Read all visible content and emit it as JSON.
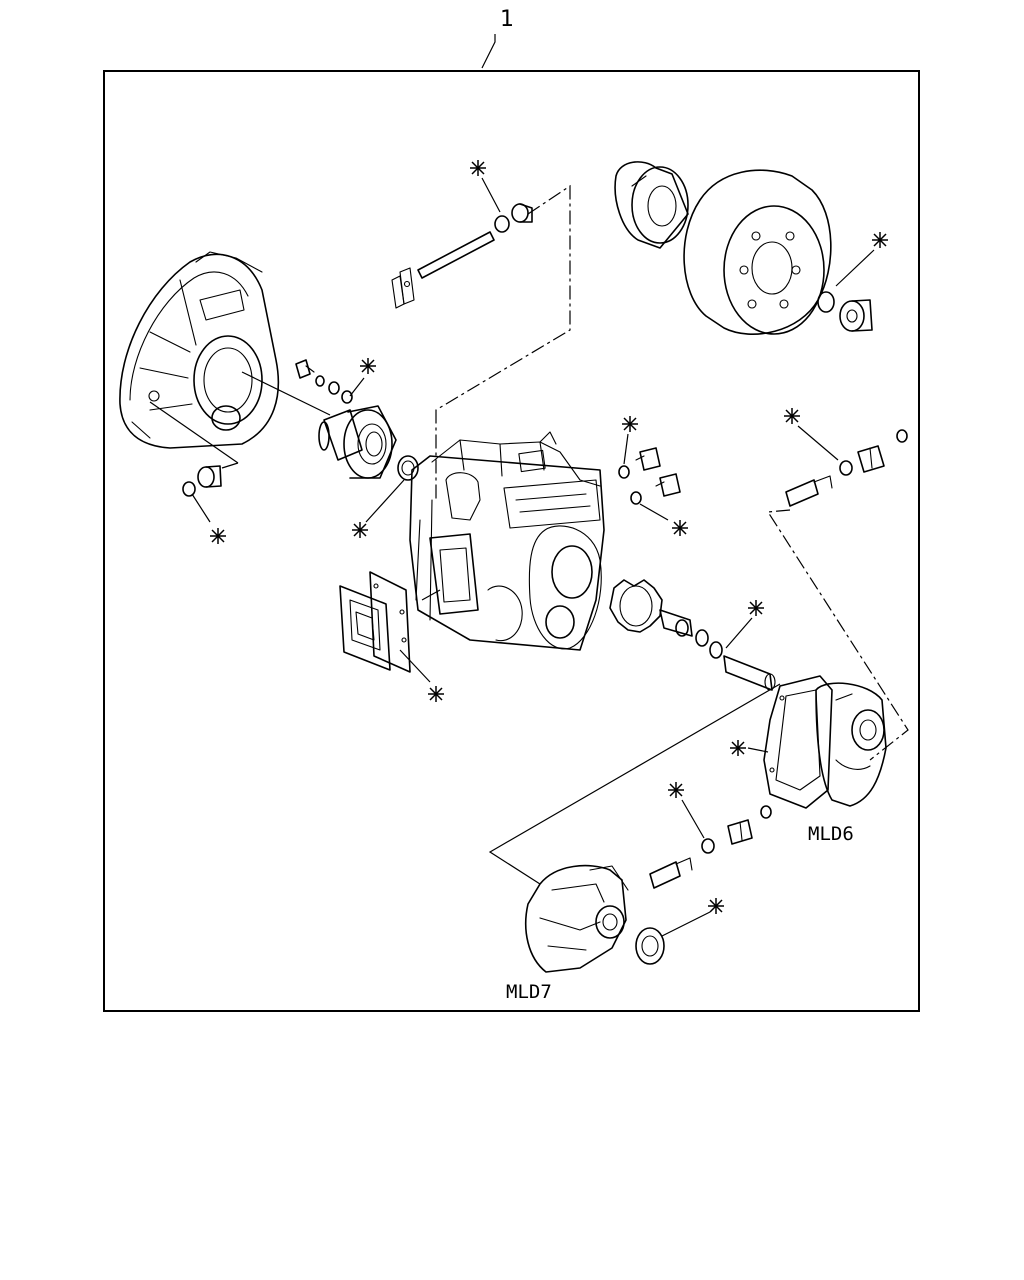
{
  "callout_number": "1",
  "assembly_labels": {
    "mld6": "MLD6",
    "mld7": "MLD7"
  },
  "colors": {
    "ink": "#000000",
    "paper": "#ffffff"
  }
}
